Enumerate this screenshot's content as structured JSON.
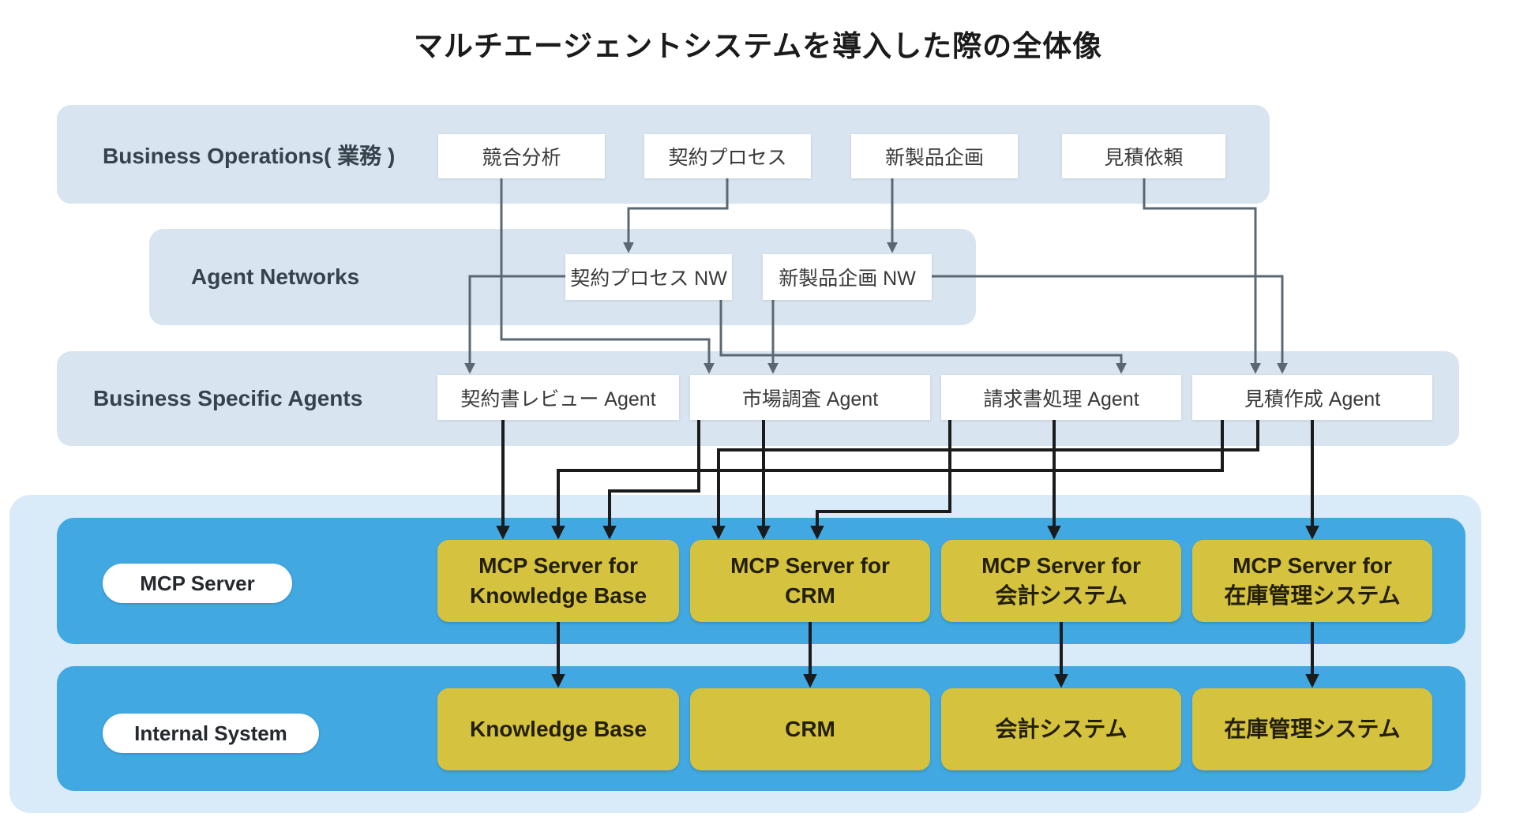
{
  "title": "マルチエージェントシステムを導入した際の全体像",
  "layers": {
    "business_operations": {
      "label": "Business Operations( 業務 )",
      "boxes": [
        "競合分析",
        "契約プロセス",
        "新製品企画",
        "見積依頼"
      ]
    },
    "agent_networks": {
      "label": "Agent Networks",
      "boxes": [
        "契約プロセス NW",
        "新製品企画 NW"
      ]
    },
    "business_specific_agents": {
      "label": "Business Specific Agents",
      "boxes": [
        "契約書レビュー Agent",
        "市場調査 Agent",
        "請求書処理 Agent",
        "見積作成 Agent"
      ]
    },
    "mcp_server": {
      "label": "MCP Server",
      "boxes": [
        {
          "line1": "MCP Server for",
          "line2": "Knowledge Base"
        },
        {
          "line1": "MCP Server for",
          "line2": "CRM"
        },
        {
          "line1": "MCP Server for",
          "line2": "会計システム"
        },
        {
          "line1": "MCP Server for",
          "line2": "在庫管理システム"
        }
      ]
    },
    "internal_system": {
      "label": "Internal System",
      "boxes": [
        "Knowledge Base",
        "CRM",
        "会計システム",
        "在庫管理システム"
      ]
    }
  },
  "connections": [
    {
      "from": "契約プロセス",
      "to": "契約プロセス NW"
    },
    {
      "from": "新製品企画",
      "to": "新製品企画 NW"
    },
    {
      "from": "競合分析",
      "to": "市場調査 Agent"
    },
    {
      "from": "見積依頼",
      "to": "見積作成 Agent"
    },
    {
      "from": "契約プロセス NW",
      "to": "契約書レビュー Agent"
    },
    {
      "from": "契約プロセス NW",
      "to": "請求書処理 Agent"
    },
    {
      "from": "新製品企画 NW",
      "to": "市場調査 Agent"
    },
    {
      "from": "新製品企画 NW",
      "to": "見積作成 Agent"
    },
    {
      "from": "契約書レビュー Agent",
      "to": "MCP Server for Knowledge Base"
    },
    {
      "from": "市場調査 Agent",
      "to": "MCP Server for Knowledge Base"
    },
    {
      "from": "市場調査 Agent",
      "to": "MCP Server for CRM"
    },
    {
      "from": "請求書処理 Agent",
      "to": "MCP Server for CRM"
    },
    {
      "from": "請求書処理 Agent",
      "to": "MCP Server for 会計システム"
    },
    {
      "from": "見積作成 Agent",
      "to": "MCP Server for Knowledge Base"
    },
    {
      "from": "見積作成 Agent",
      "to": "MCP Server for CRM"
    },
    {
      "from": "見積作成 Agent",
      "to": "MCP Server for 在庫管理システム"
    },
    {
      "from": "MCP Server for Knowledge Base",
      "to": "Knowledge Base"
    },
    {
      "from": "MCP Server for CRM",
      "to": "CRM"
    },
    {
      "from": "MCP Server for 会計システム",
      "to": "会計システム"
    },
    {
      "from": "MCP Server for 在庫管理システム",
      "to": "在庫管理システム"
    }
  ],
  "colors": {
    "layer_band": "#d8e4f0",
    "outer_container": "#d9eaf9",
    "system_band": "#41a8e2",
    "node_yellow": "#d5c23f",
    "node_white": "#ffffff",
    "arrow_gray": "#5b6873",
    "arrow_black": "#1a1b1d"
  }
}
